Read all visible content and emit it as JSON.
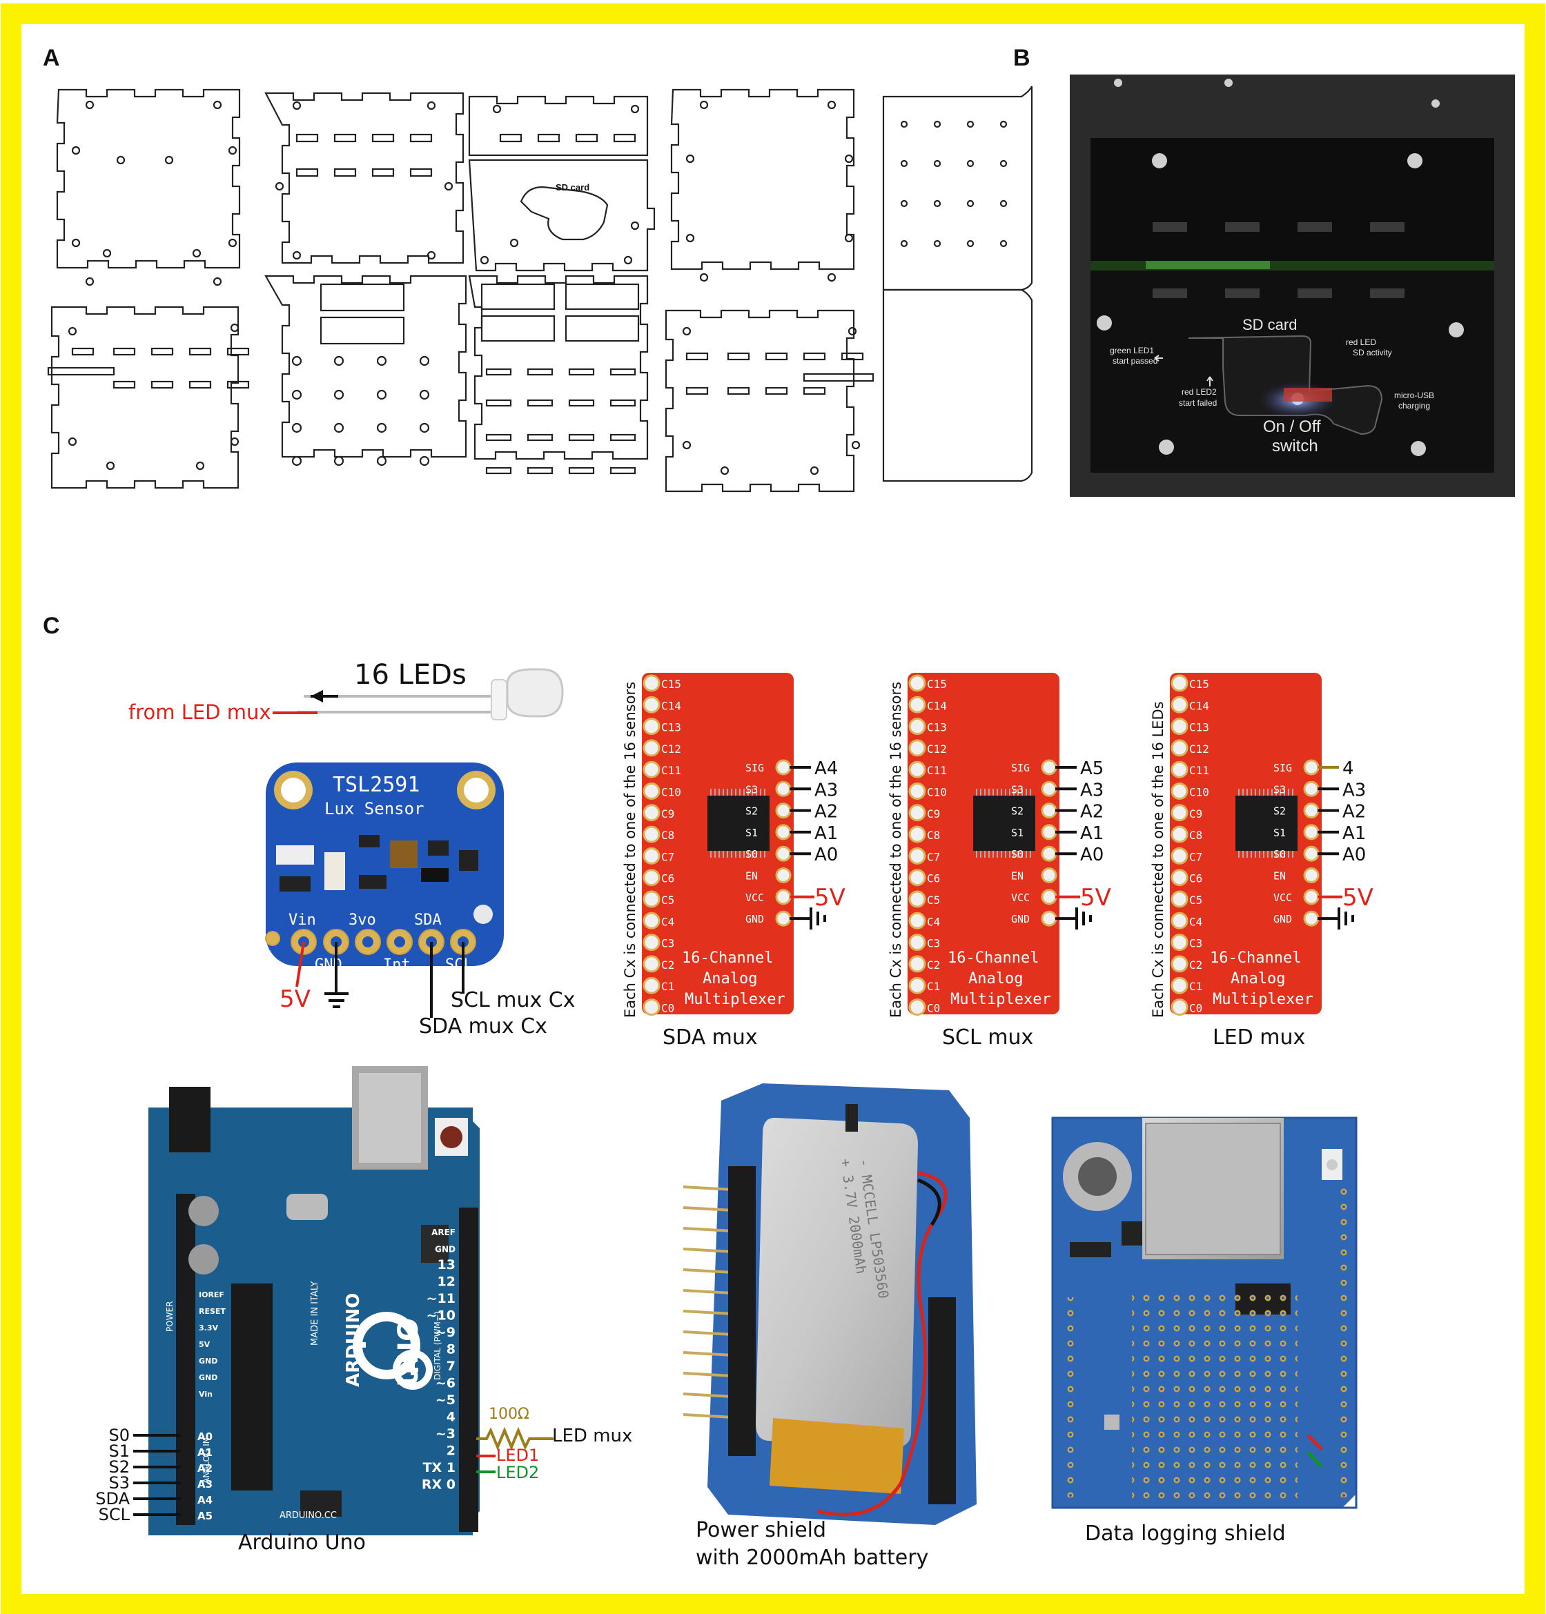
{
  "colors": {
    "frame": "#fcf200",
    "mux_board": "#e2311c",
    "sensor_board": "#1f55b8",
    "arduino": "#1b5d8c",
    "shield": "#2f67b5",
    "enclosure": "#161616",
    "red_wire": "#e0231a",
    "green_wire": "#11932a",
    "resistor": "#9c7d1a"
  },
  "panels": {
    "a": "A",
    "b": "B",
    "c": "C"
  },
  "panel_b": {
    "sd_card": "SD card",
    "green_led1": "green LED1",
    "start_passed": "start passed",
    "red_led": "red LED",
    "sd_activity": "SD activity",
    "red_led2": "red LED2",
    "start_failed": "start failed",
    "micro_usb": "micro-USB",
    "charging": "charging",
    "on_off": "On / Off",
    "switch": "switch"
  },
  "panel_a_engraving": {
    "sd_card": "SD card"
  },
  "led": {
    "title": "16 LEDs",
    "from": "from LED mux"
  },
  "sensor": {
    "name": "TSL2591",
    "subtitle": "Lux Sensor",
    "pins_top": [
      "Vin",
      "3vo",
      "SDA"
    ],
    "pins_bottom": [
      "GND",
      "Int",
      "SCL"
    ],
    "v5": "5V",
    "scl_mux": "SCL mux Cx",
    "sda_mux": "SDA mux Cx"
  },
  "mux_pins_left": [
    "C15",
    "C14",
    "C13",
    "C12",
    "C11",
    "C10",
    "C9",
    "C8",
    "C7",
    "C6",
    "C5",
    "C4",
    "C3",
    "C2",
    "C1",
    "C0"
  ],
  "mux_pins_right": [
    "SIG",
    "S3",
    "S2",
    "S1",
    "S0",
    "EN",
    "VCC",
    "GND"
  ],
  "mux_board_text": [
    "16-Channel",
    "Analog",
    "Multiplexer"
  ],
  "muxes": [
    {
      "caption": "SDA mux",
      "side_note": "Each Cx is connected to one of the 16 sensors",
      "connections": [
        "A4",
        "A3",
        "A2",
        "A1",
        "A0"
      ],
      "vcc": "5V"
    },
    {
      "caption": "SCL mux",
      "side_note": "Each Cx is connected to one of the 16 sensors",
      "connections": [
        "A5",
        "A3",
        "A2",
        "A1",
        "A0"
      ],
      "vcc": "5V"
    },
    {
      "caption": "LED mux",
      "side_note": "Each Cx is connected to one of the 16 LEDs",
      "connections": [
        "4",
        "A3",
        "A2",
        "A1",
        "A0"
      ],
      "vcc": "5V"
    }
  ],
  "arduino": {
    "caption": "Arduino Uno",
    "analog_labels": [
      "S0",
      "S1",
      "S2",
      "S3",
      "SDA",
      "SCL"
    ],
    "analog_pins": [
      "A0",
      "A1",
      "A2",
      "A3",
      "A4",
      "A5"
    ],
    "power_pins": [
      "IOREF",
      "RESET",
      "3.3V",
      "5V",
      "GND",
      "GND",
      "Vin"
    ],
    "digital_pins": [
      "AREF",
      "GND",
      "13",
      "12",
      "~11",
      "~10",
      "~9",
      "8",
      "7",
      "~6",
      "~5",
      "4",
      "~3",
      "2",
      "TX 1",
      "RX 0"
    ],
    "brand": "ARDUINO",
    "model": "UNO",
    "made_in": "MADE IN ITALY",
    "digital_label": "DIGITAL (PWM~)",
    "analog_label": "ANALOG IN",
    "power_label": "POWER",
    "url": "ARDUINO.CC",
    "resistor": "100Ω",
    "led_mux": "LED mux",
    "led1": "LED1",
    "led2": "LED2"
  },
  "power_shield": {
    "caption_line1": "Power shield",
    "caption_line2": "with 2000mAh battery",
    "battery_brand": "- MCCELL LP503560",
    "battery_spec": "+ 3.7V 2000mAh"
  },
  "logging_shield": {
    "caption": "Data logging shield"
  }
}
